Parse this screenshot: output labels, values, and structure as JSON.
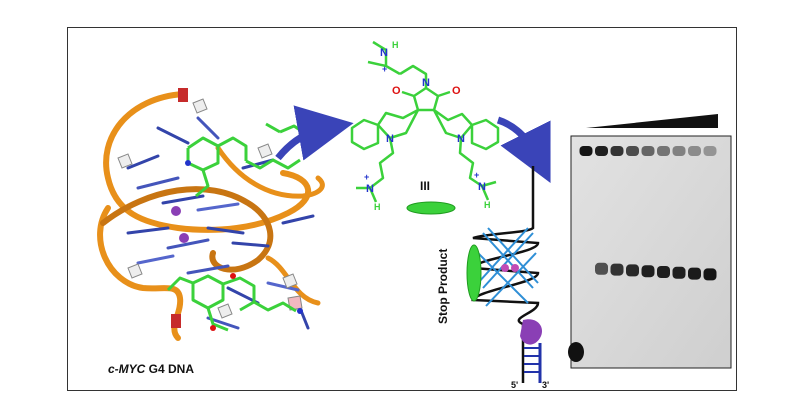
{
  "figure": {
    "caption_prefix": "c-MYC",
    "caption_suffix": " G4 DNA",
    "stop_product_label": "Stop Product",
    "ligand_stack_symbol": "III",
    "strand_end_5": "5'",
    "strand_end_3": "3'"
  },
  "ligand_atoms": {
    "nitrogen": "N",
    "oxygen": "O",
    "hydrogen": "H",
    "positive_charge": "+"
  },
  "gel": {
    "concentration": "increasing",
    "top_band_intensity": [
      1.0,
      0.95,
      0.85,
      0.72,
      0.6,
      0.52,
      0.45,
      0.4,
      0.35
    ],
    "stop_band_intensity": [
      0.0,
      0.7,
      0.85,
      0.9,
      0.95,
      0.95,
      0.95,
      0.97,
      1.0
    ]
  },
  "colors": {
    "backbone": "#e8901a",
    "ligand": "#3bd13b",
    "nitrogen": "#2233cc",
    "oxygen": "#dd1111",
    "arrow": "#3a44b8",
    "ion": "#8a3fb5",
    "gel_bg": "#d8d8d8",
    "band": "#151515"
  }
}
